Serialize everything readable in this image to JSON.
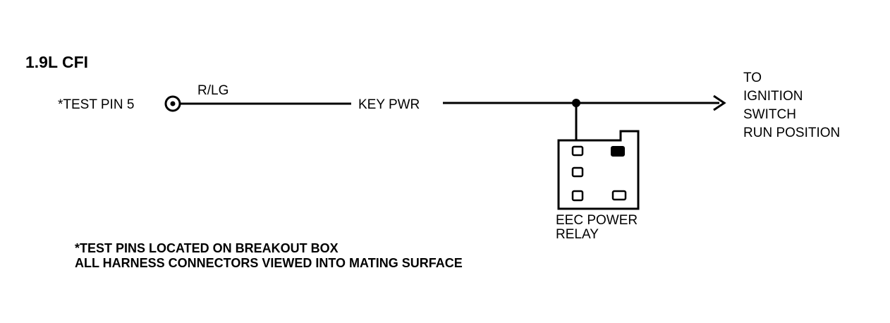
{
  "title": "1.9L CFI",
  "test_pin_label": "*TEST PIN 5",
  "wire_color": "R/LG",
  "circuit_label": "KEY PWR",
  "destination": {
    "line1": "TO",
    "line2": "IGNITION",
    "line3": "SWITCH",
    "line4": "RUN POSITION"
  },
  "relay": {
    "line1": "EEC POWER",
    "line2": "RELAY"
  },
  "notes": {
    "line1": "*TEST PINS LOCATED ON BREAKOUT BOX",
    "line2": "ALL HARNESS CONNECTORS VIEWED INTO MATING SURFACE"
  },
  "colors": {
    "ink": "#000000",
    "paper": "#ffffff"
  }
}
